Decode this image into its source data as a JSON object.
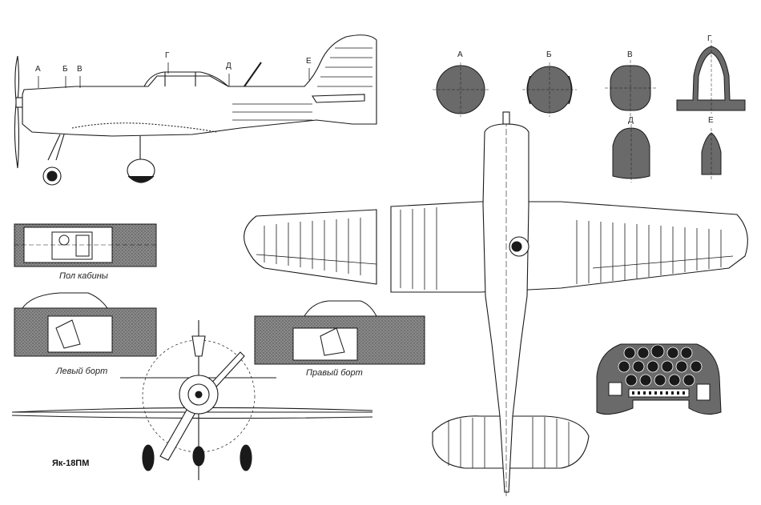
{
  "side_view": {
    "section_labels": [
      "А",
      "Б",
      "В",
      "Г",
      "Д",
      "Е"
    ]
  },
  "cross_sections": {
    "labels": [
      "А",
      "Б",
      "В",
      "Г",
      "Д",
      "Е"
    ]
  },
  "cockpit_views": {
    "floor_caption": "Пол кабины",
    "left_caption": "Левый борт",
    "right_caption": "Правый борт"
  },
  "model_name": "Як-18ПМ",
  "colors": {
    "ink": "#1a1a1a",
    "hatch": "#6e6e6e",
    "section_fill": "#6a6a6a"
  }
}
